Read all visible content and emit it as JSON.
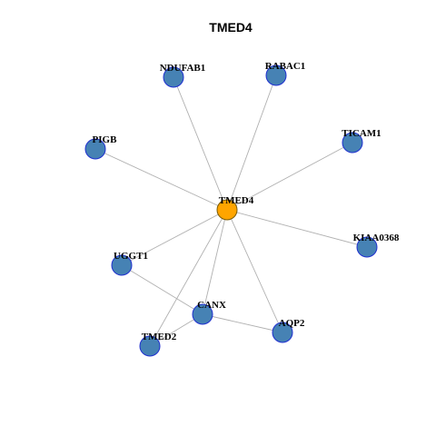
{
  "graph": {
    "title": "TMED4",
    "center": "TMED4",
    "colors": {
      "center_fill": "#FFA500",
      "center_stroke": "#7a5a00",
      "node_fill": "#4682B4",
      "node_stroke": "#1f2fd0",
      "edge": "#b0b0b0"
    },
    "nodes": [
      {
        "id": "TMED4",
        "kind": "center"
      },
      {
        "id": "NDUFAB1",
        "kind": "neighbor"
      },
      {
        "id": "RABAC1",
        "kind": "neighbor"
      },
      {
        "id": "TICAM1",
        "kind": "neighbor"
      },
      {
        "id": "PIGB",
        "kind": "neighbor"
      },
      {
        "id": "KIAA0368",
        "kind": "neighbor"
      },
      {
        "id": "UGGT1",
        "kind": "neighbor"
      },
      {
        "id": "CANX",
        "kind": "neighbor"
      },
      {
        "id": "AQP2",
        "kind": "neighbor"
      },
      {
        "id": "TMED2",
        "kind": "neighbor"
      }
    ],
    "edges": [
      [
        "TMED4",
        "NDUFAB1"
      ],
      [
        "TMED4",
        "RABAC1"
      ],
      [
        "TMED4",
        "TICAM1"
      ],
      [
        "TMED4",
        "PIGB"
      ],
      [
        "TMED4",
        "KIAA0368"
      ],
      [
        "TMED4",
        "UGGT1"
      ],
      [
        "TMED4",
        "CANX"
      ],
      [
        "TMED4",
        "AQP2"
      ],
      [
        "TMED4",
        "TMED2"
      ],
      [
        "UGGT1",
        "CANX"
      ],
      [
        "CANX",
        "AQP2"
      ],
      [
        "CANX",
        "TMED2"
      ]
    ]
  }
}
